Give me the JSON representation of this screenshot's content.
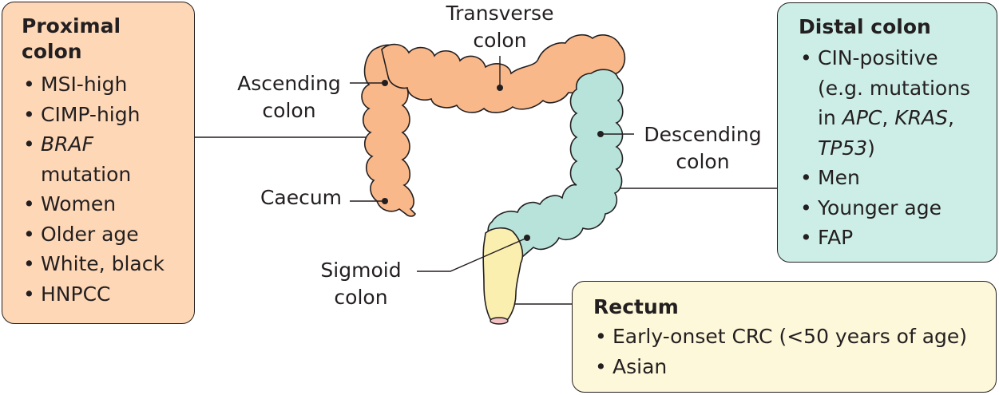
{
  "proximal": {
    "title": "Proximal colon",
    "items": [
      "MSI-high",
      "CIMP-high",
      "BRAF mutation",
      "Women",
      "Older age",
      "White, black",
      "HNPCC"
    ]
  },
  "distal": {
    "title": "Distal colon",
    "items": [
      "CIN-positive (e.g. mutations in APC, KRAS, TP53)",
      "Men",
      "Younger age",
      "FAP"
    ]
  },
  "rectum": {
    "title": "Rectum",
    "items": [
      "Early-onset CRC (<50 years of age)",
      "Asian"
    ]
  },
  "labels": {
    "transverse": "Transverse colon",
    "ascending": "Ascending colon",
    "descending": "Descending colon",
    "caecum": "Caecum",
    "sigmoid": "Sigmoid colon"
  },
  "colors": {
    "proximal_fill": "#fdd7b6",
    "distal_fill": "#cdeee7",
    "rectum_fill": "#fdf8d9",
    "colon_orange": "#f9b88a",
    "colon_teal": "#b8e3da",
    "rectum_yellow": "#fbefb0",
    "outline": "#231f20"
  }
}
